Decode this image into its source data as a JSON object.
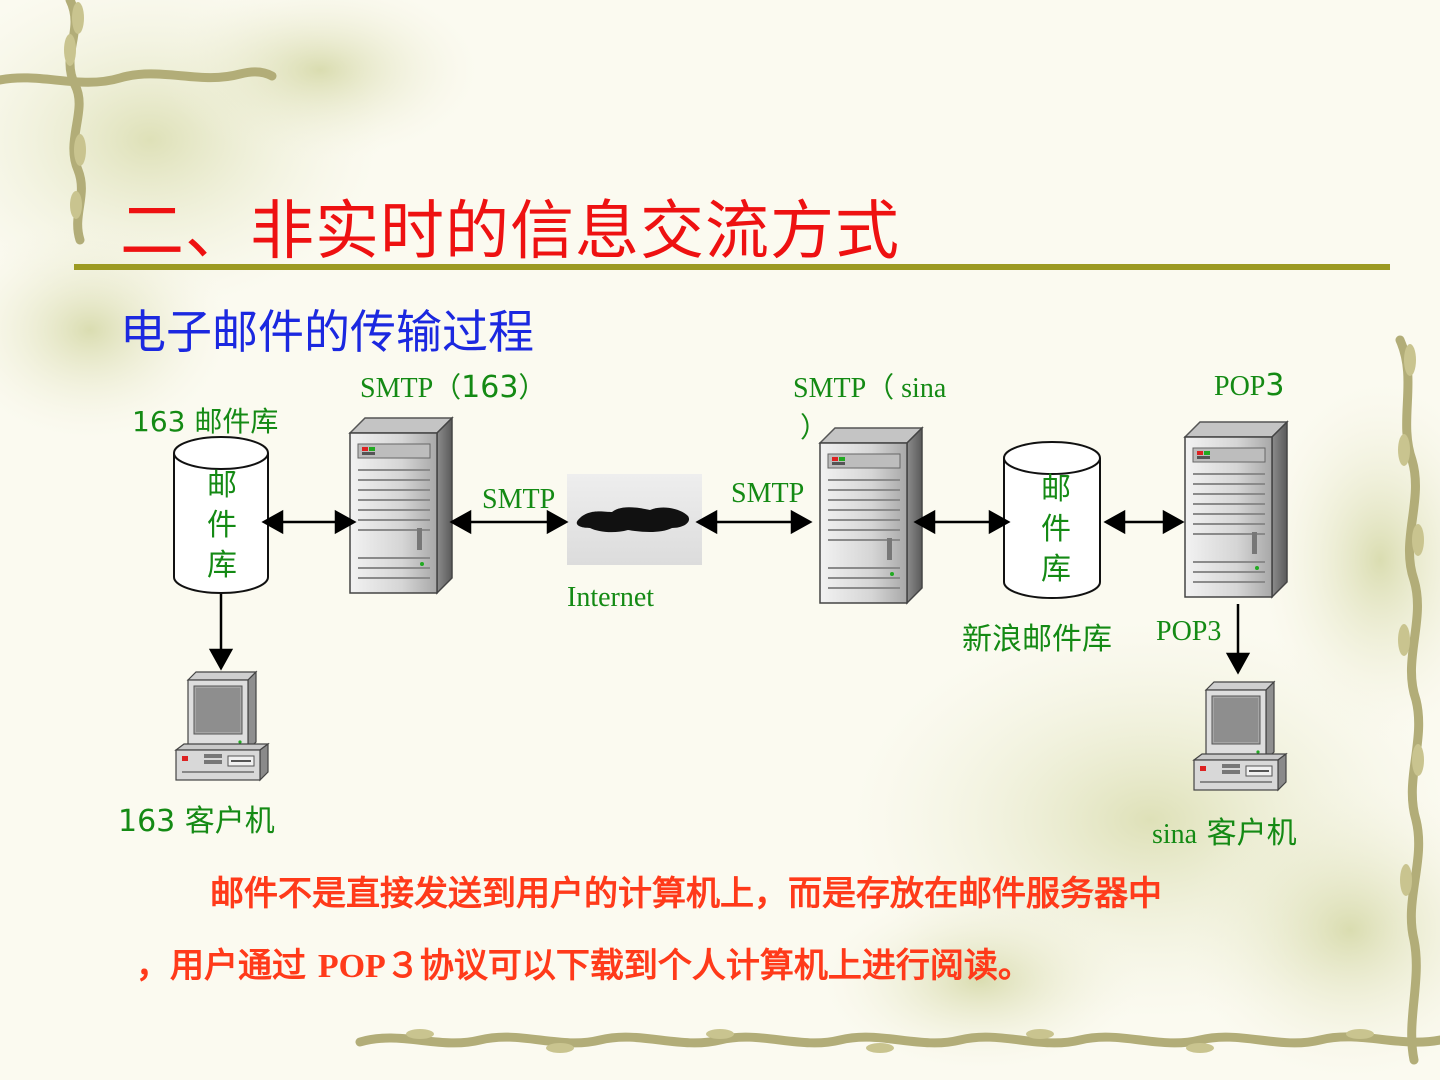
{
  "slide": {
    "title": "二、非实时的信息交流方式",
    "subtitle": "电子邮件的传输过程"
  },
  "diagram": {
    "smtp_163_prefix": "SMTP（",
    "smtp_163_num": "163",
    "smtp_163_suffix": "）",
    "mailstore_163_label": "163 邮件库",
    "db_left_chars": [
      "邮",
      "件",
      "库"
    ],
    "smtp_left_link": "SMTP",
    "internet_label": "Internet",
    "smtp_right_link": "SMTP",
    "smtp_sina_line1": "SMTP（  sina",
    "smtp_sina_line2": "）",
    "db_right_chars": [
      "邮",
      "件",
      "库"
    ],
    "sina_mailstore_label": "新浪邮件库",
    "pop3_top_prefix": "POP",
    "pop3_top_num": "3",
    "pop3_bottom": "POP3",
    "client_163_label": "163 客户机",
    "client_sina_name": "sina",
    "client_sina_suffix": " 客户机"
  },
  "note": {
    "line1": "邮件不是直接发送到用户的计算机上，而是存放在邮件服务器中",
    "line2_prefix": "，用户通过 ",
    "line2_pop": "POP",
    "line2_suffix": "３协议可以下载到个人计算机上进行阅读。"
  }
}
